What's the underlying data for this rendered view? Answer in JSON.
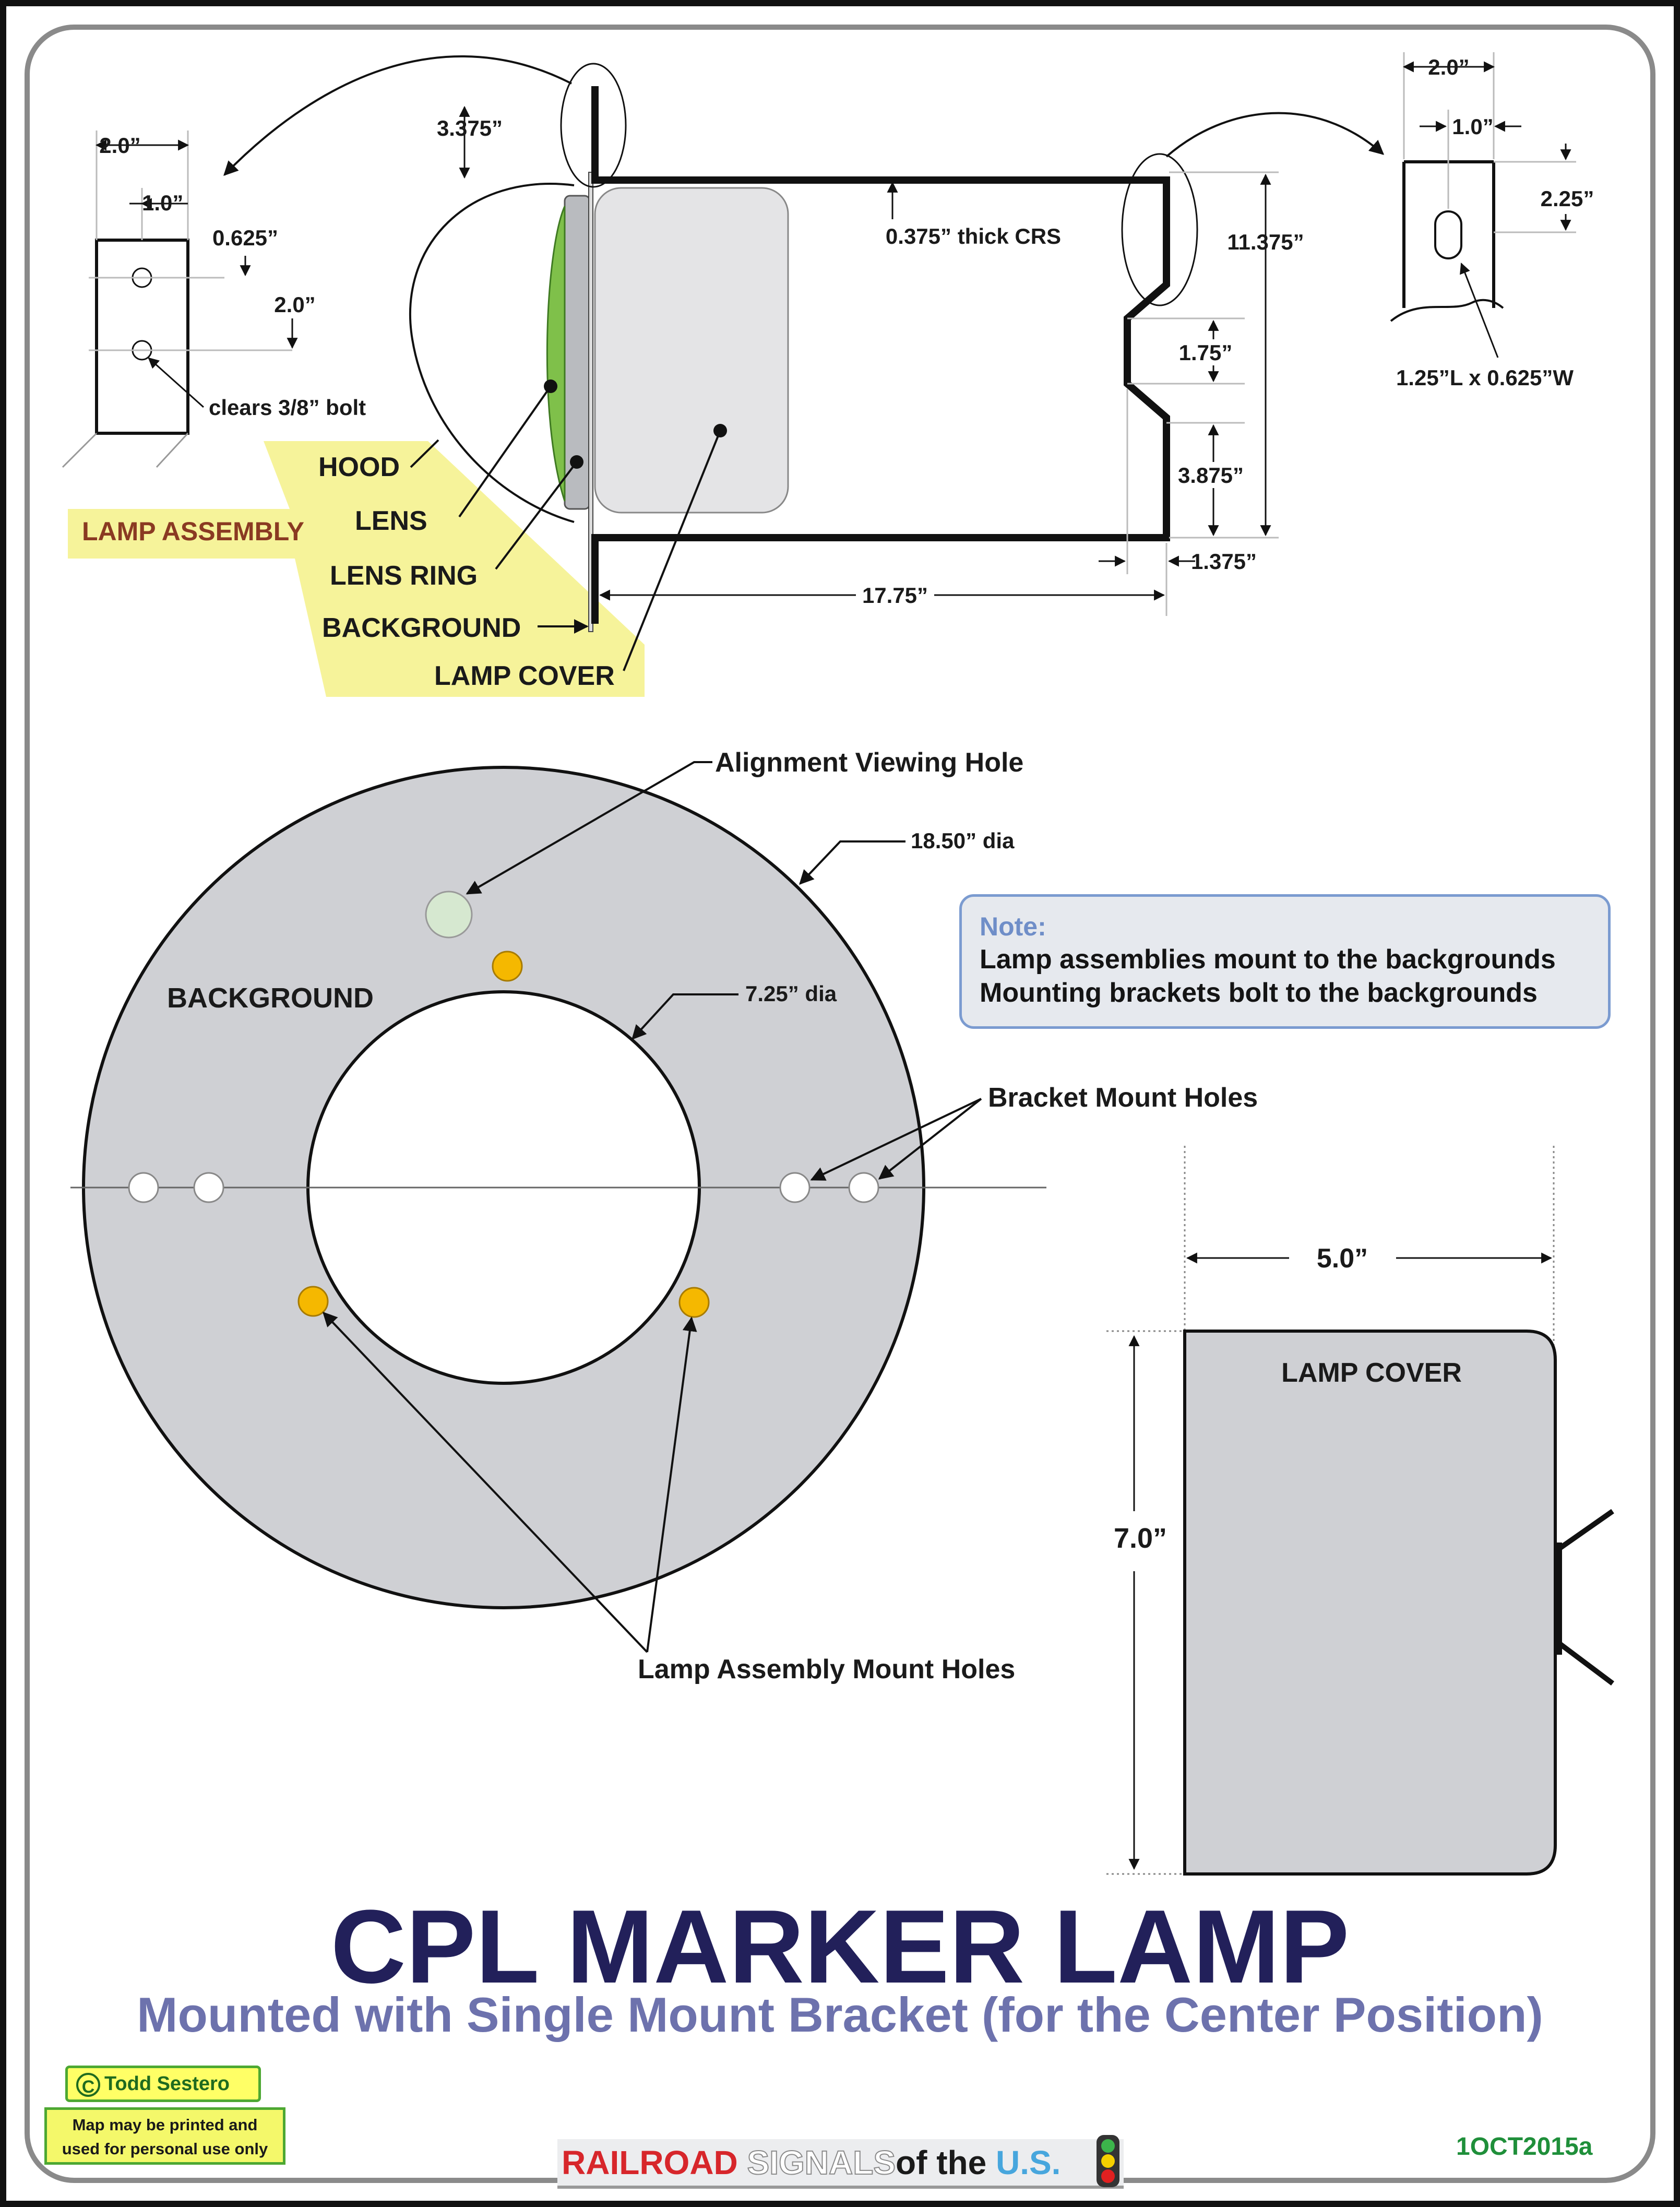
{
  "title": "CPL MARKER LAMP",
  "subtitle": "Mounted with Single Mount Bracket (for the Center Position)",
  "note": {
    "heading": "Note:",
    "lines": [
      "Lamp assemblies mount to the backgrounds",
      "Mounting brackets bolt to the backgrounds"
    ]
  },
  "side_view": {
    "lamp_assembly_label": "LAMP ASSEMBLY",
    "parts": [
      "HOOD",
      "LENS",
      "LENS RING",
      "BACKGROUND",
      "LAMP COVER"
    ],
    "dimensions": {
      "bracket_top": "3.375”",
      "material": "0.375” thick CRS",
      "height": "11.375”",
      "offset": "1.75”",
      "lower": "3.875”",
      "length": "17.75”",
      "foot": "1.375”"
    }
  },
  "left_bracket": {
    "width": "2.0”",
    "center": "1.0”",
    "top_hole": "0.625”",
    "spacing": "2.0”",
    "hole_note": "clears 3/8” bolt"
  },
  "right_bracket": {
    "width": "2.0”",
    "center": "1.0”",
    "top": "2.25”",
    "slot": "1.25”L x 0.625”W"
  },
  "background_view": {
    "label": "BACKGROUND",
    "outer_dia": "18.50” dia",
    "inner_dia": "7.25” dia",
    "alignment_hole": "Alignment Viewing Hole",
    "bracket_holes": "Bracket Mount Holes",
    "lamp_holes": "Lamp Assembly Mount Holes"
  },
  "lamp_cover_view": {
    "label": "LAMP COVER",
    "width": "5.0”",
    "height": "7.0”"
  },
  "footer": {
    "copyright": "Todd Sestero",
    "copyright_symbol": "C",
    "usage": [
      "Map may be printed and",
      "used for personal use only"
    ],
    "version": "1OCT2015a",
    "logo_words": [
      "RAILROAD",
      "SIGNALS",
      "of the",
      "U.S."
    ]
  },
  "colors": {
    "title": "#22205a",
    "subtitle": "#6d72ad",
    "callout_yellow": "#f6f39a",
    "lens_green": "#7fc04a",
    "hole_orange": "#f5b800",
    "alignment_hole": "#d6e8d0",
    "background_gray": "#cfd0d4"
  }
}
